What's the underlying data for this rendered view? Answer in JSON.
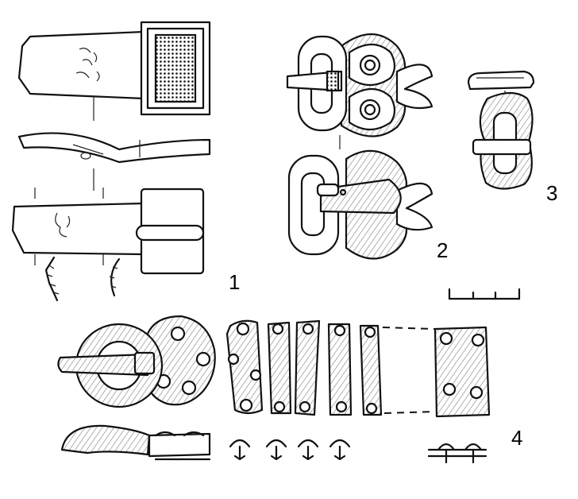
{
  "figure": {
    "labels": {
      "item1": "1",
      "item2": "2",
      "item3": "3",
      "item4": "4"
    }
  }
}
